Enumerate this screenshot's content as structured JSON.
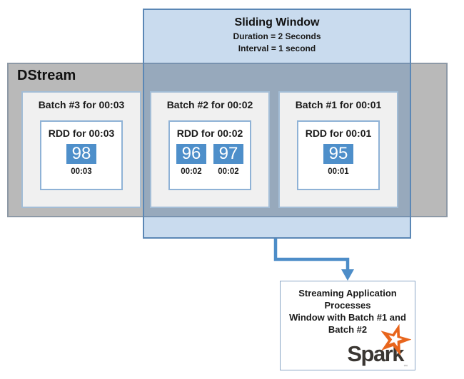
{
  "sliding_window": {
    "title": "Sliding Window",
    "duration": "Duration = 2 Seconds",
    "interval": "Interval = 1 second"
  },
  "dstream": {
    "label": "DStream"
  },
  "batches": [
    {
      "title": "Batch #3 for 00:03",
      "rdd_title": "RDD for 00:03",
      "cells": [
        {
          "value": "98",
          "time": "00:03"
        }
      ]
    },
    {
      "title": "Batch #2 for 00:02",
      "rdd_title": "RDD for 00:02",
      "cells": [
        {
          "value": "96",
          "time": "00:02"
        },
        {
          "value": "97",
          "time": "00:02"
        }
      ]
    },
    {
      "title": "Batch #1 for 00:01",
      "rdd_title": "RDD for 00:01",
      "cells": [
        {
          "value": "95",
          "time": "00:01"
        }
      ]
    }
  ],
  "output_box": {
    "lines": [
      "Streaming Application",
      "Processes",
      "Window with Batch #1 and",
      "Batch #2"
    ],
    "logo_text": "Spark",
    "logo_tm": "™"
  },
  "colors": {
    "window_fill": "rgba(69,131,196,0.29)",
    "window_border": "#5b87b5",
    "dstream_fill": "#b9b9b9",
    "dstream_border": "#8d99a6",
    "batch_fill": "#f0f0f0",
    "batch_border": "#a3bdd6",
    "rdd_border": "#8fb2d6",
    "value_square_fill": "#4e8fca",
    "arrow": "#4d8dc8",
    "spark_orange": "#e8651c",
    "spark_text": "#3a3632"
  }
}
